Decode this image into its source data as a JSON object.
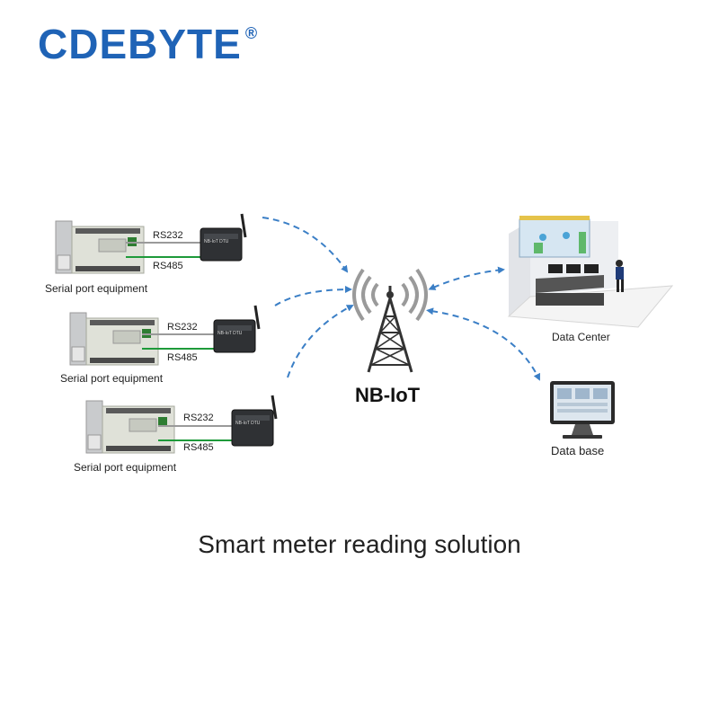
{
  "brand": {
    "name": "CDEBYTE",
    "registered": "®"
  },
  "colors": {
    "brand": "#1f63b6",
    "arrow": "#3b7fc6",
    "rs232_line": "#9a9a9a",
    "rs485_line": "#1e9a3a"
  },
  "equipment_groups": [
    {
      "label": "Serial port equipment",
      "link_top": "RS232",
      "link_bottom": "RS485",
      "dtu_label": "NB-IoT DTU"
    },
    {
      "label": "Serial port equipment",
      "link_top": "RS232",
      "link_bottom": "RS485",
      "dtu_label": "NB-IoT DTU"
    },
    {
      "label": "Serial port equipment",
      "link_top": "RS232",
      "link_bottom": "RS485",
      "dtu_label": "NB-IoT DTU"
    }
  ],
  "tower": {
    "label": "NB-IoT"
  },
  "destinations": {
    "data_center": "Data Center",
    "database": "Data base"
  },
  "caption": "Smart meter reading solution"
}
